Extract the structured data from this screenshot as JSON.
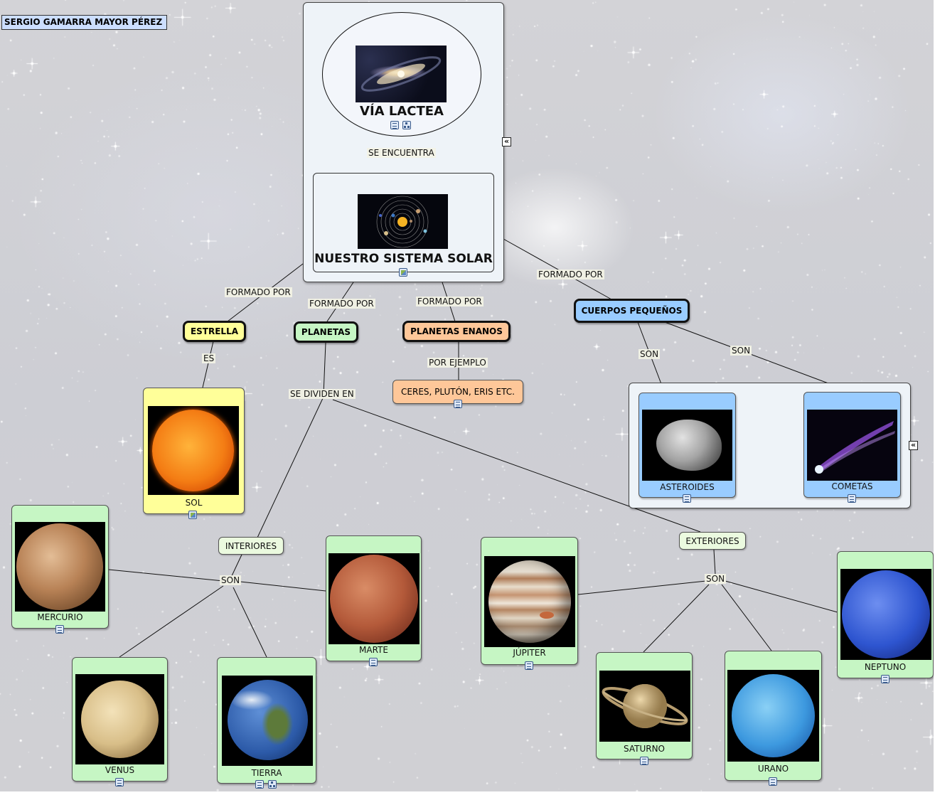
{
  "author": "SERGIO GAMARRA MAYOR PÉREZ",
  "nodes": {
    "via_lactea": "VÍA LACTEA",
    "sistema_solar": "NUESTRO SISTEMA SOLAR",
    "estrella": "ESTRELLA",
    "planetas": "PLANETAS",
    "planetas_enanos": "PLANETAS ENANOS",
    "cuerpos_pequenos": "CUERPOS PEQUEÑOS",
    "sol": "SOL",
    "ejemplos_enanos": "CERES, PLUTÓN, ERIS ETC.",
    "asteroides": "ASTEROIDES",
    "cometas": "COMETAS",
    "interiores": "INTERIORES",
    "exteriores": "EXTERIORES",
    "mercurio": "MERCURIO",
    "venus": "VENUS",
    "tierra": "TIERRA",
    "marte": "MARTE",
    "jupiter": "JÚPITER",
    "saturno": "SATURNO",
    "urano": "URANO",
    "neptuno": "NEPTUNO"
  },
  "links": {
    "se_encuentra": "SE ENCUENTRA",
    "formado_por_1": "FORMADO POR",
    "formado_por_2": "FORMADO POR",
    "formado_por_3": "FORMADO POR",
    "formado_por_4": "FORMADO POR",
    "es": "ES",
    "por_ejemplo": "POR EJEMPLO",
    "se_dividen_en": "SE DIVIDEN EN",
    "son_asteroides": "SON",
    "son_cometas": "SON",
    "son_interiores": "SON",
    "son_exteriores": "SON"
  },
  "icons": {
    "resource": "note-icon",
    "submap": "submap-icon",
    "image_resource": "image-icon",
    "collapse": "collapse-icon"
  },
  "colors": {
    "star_box": "#ffff99",
    "planet_box": "#c6f6c4",
    "dwarf_box": "#fec799",
    "small_bodies_box": "#99ccff",
    "title_box": "#ccdeff"
  }
}
